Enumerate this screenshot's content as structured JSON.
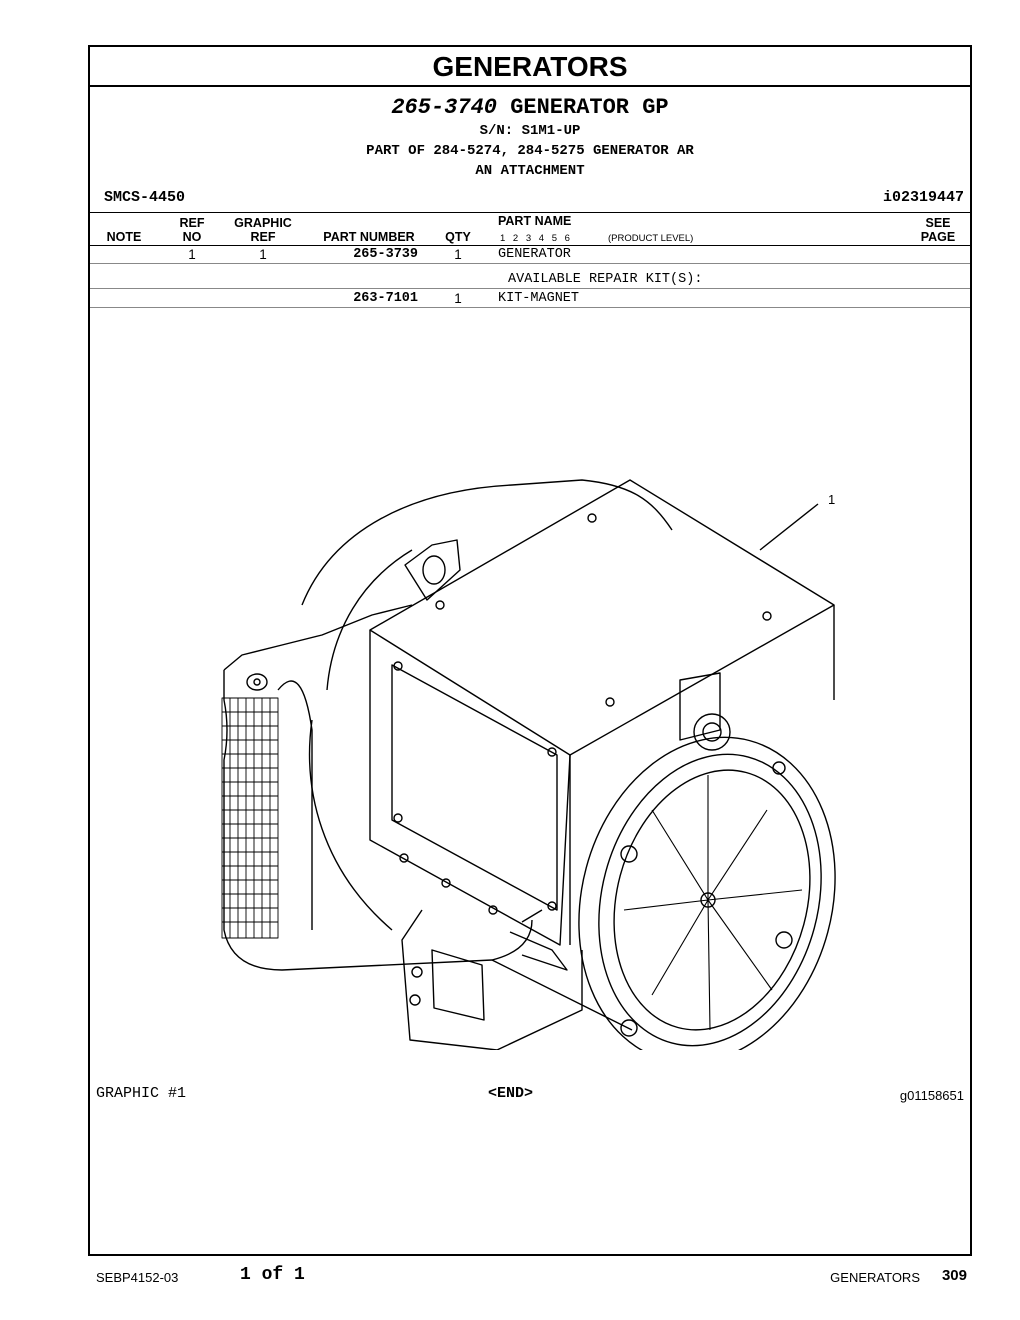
{
  "page_title": "GENERATORS",
  "group": {
    "number": "265-3740",
    "name": "GENERATOR GP",
    "serial": "S/N: S1M1-UP",
    "part_of": "PART OF 284-5274, 284-5275 GENERATOR AR",
    "attachment": "AN ATTACHMENT",
    "smcs": "SMCS-4450",
    "illustration_id": "i02319447"
  },
  "table": {
    "headers": {
      "note": "NOTE",
      "ref_1": "REF",
      "ref_2": "NO",
      "graphic_1": "GRAPHIC",
      "graphic_2": "REF",
      "part_number": "PART NUMBER",
      "qty": "QTY",
      "part_name": "PART NAME",
      "levels": "1  2  3  4  5  6",
      "product_level": "(PRODUCT LEVEL)",
      "see_1": "SEE",
      "see_2": "PAGE"
    },
    "rows": [
      {
        "ref_no": "1",
        "graphic_ref": "1",
        "part_number": "265-3739",
        "qty": "1",
        "part_name": "GENERATOR"
      },
      {
        "section_label": "AVAILABLE REPAIR KIT(S):"
      },
      {
        "part_number": "263-7101",
        "qty": "1",
        "part_name": "KIT-MAGNET"
      }
    ]
  },
  "figure": {
    "callout": "1",
    "graphic_label": "GRAPHIC #1",
    "end_label": "<END>",
    "graphic_id": "g01158651"
  },
  "footer": {
    "doc_number": "SEBP4152-03",
    "page_of": "1 of 1",
    "section": "GENERATORS",
    "page_number": "309"
  }
}
